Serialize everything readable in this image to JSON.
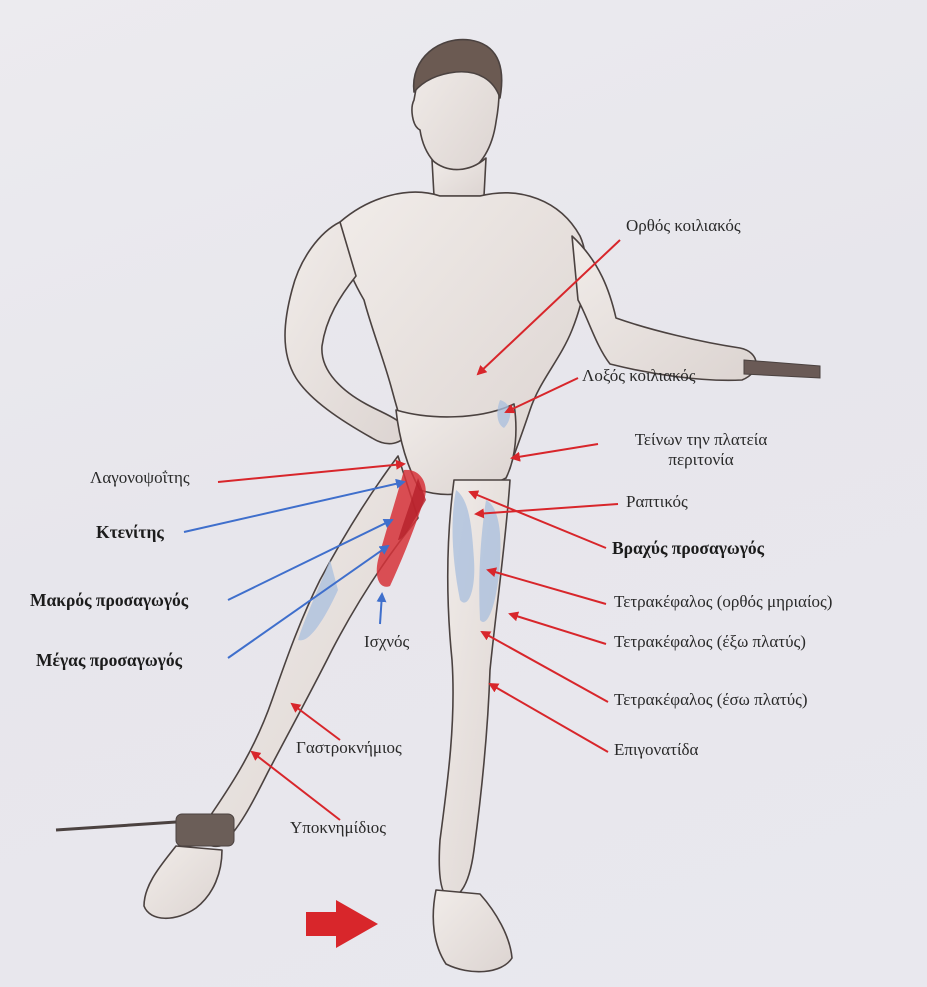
{
  "labels": {
    "rectus_abdominis": "Ορθός κοιλιακός",
    "obliques": "Λοξός κοιλιακός",
    "tfl_line1": "Τείνων την πλατεία",
    "tfl_line2": "περιτονία",
    "iliopsoas": "Λαγονοψοΐτης",
    "sartorius": "Ραπτικός",
    "pectineus": "Κτενίτης",
    "adductor_brevis": "Βραχύς προσαγωγός",
    "adductor_longus": "Μακρός προσαγωγός",
    "rectus_femoris": "Τετρακέφαλος (ορθός μηριαίος)",
    "gracilis": "Ισχνός",
    "adductor_magnus": "Μέγας προσαγωγός",
    "vastus_lateralis": "Τετρακέφαλος (έξω πλατύς)",
    "vastus_medialis": "Τετρακέφαλος (έσω πλατύς)",
    "gastrocnemius": "Γαστροκνήμιος",
    "patella": "Επιγονατίδα",
    "soleus": "Υποκνημίδιος"
  },
  "colors": {
    "arrow_red": "#d8262b",
    "arrow_blue": "#3f6fcc",
    "muscle_highlight": "#d6323a",
    "muscle_secondary": "#a9bfde",
    "ink": "#4b4240"
  },
  "motion_arrow_direction": "right"
}
